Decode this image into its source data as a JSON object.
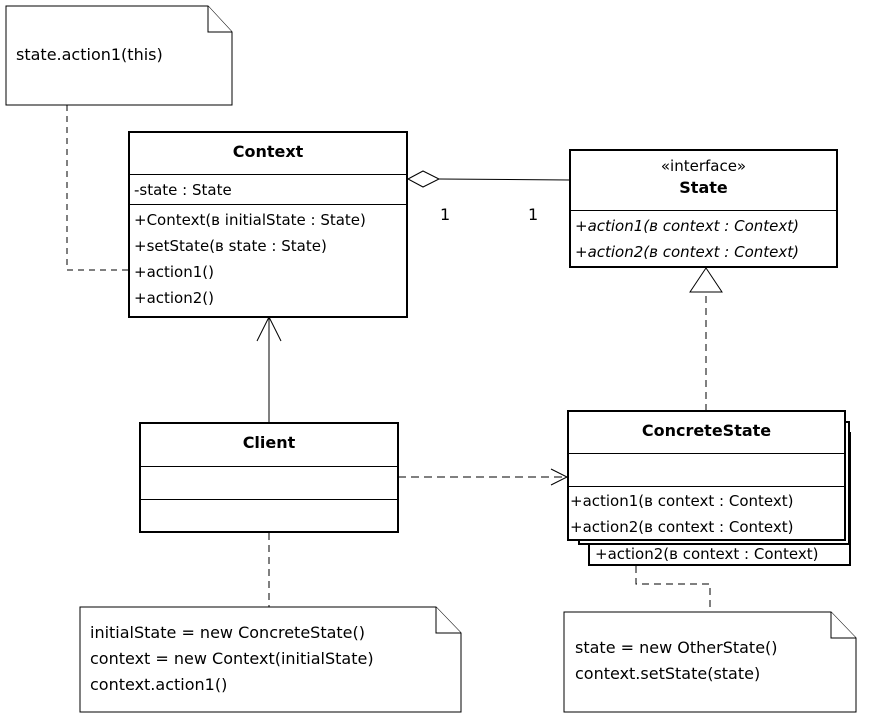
{
  "notes": {
    "context_note": {
      "lines": [
        "state.action1(this)"
      ]
    },
    "client_note": {
      "lines": [
        "initialState = new ConcreteState()",
        "context = new Context(initialState)",
        "context.action1()"
      ]
    },
    "concrete_note": {
      "lines": [
        "state = new OtherState()",
        "context.setState(state)"
      ]
    }
  },
  "context_class": {
    "name": "Context",
    "attributes": [
      "-state : State"
    ],
    "operations": [
      "+Context(в initialState : State)",
      "+setState(в state : State)",
      "+action1()",
      "+action2()"
    ]
  },
  "state_interface": {
    "stereotype": "«interface»",
    "name": "State",
    "operations": [
      "+action1(в context : Context)",
      "+action2(в context : Context)"
    ]
  },
  "client_class": {
    "name": "Client"
  },
  "concrete_state": {
    "name": "ConcreteState",
    "operations": [
      "+action1(в context : Context)",
      "+action2(в context : Context)"
    ],
    "stacked_operation": "+action2(в context : Context)"
  },
  "multiplicity": {
    "context_end": "1",
    "state_end": "1"
  },
  "style": {
    "line_color": "#000000",
    "background": "#ffffff"
  }
}
